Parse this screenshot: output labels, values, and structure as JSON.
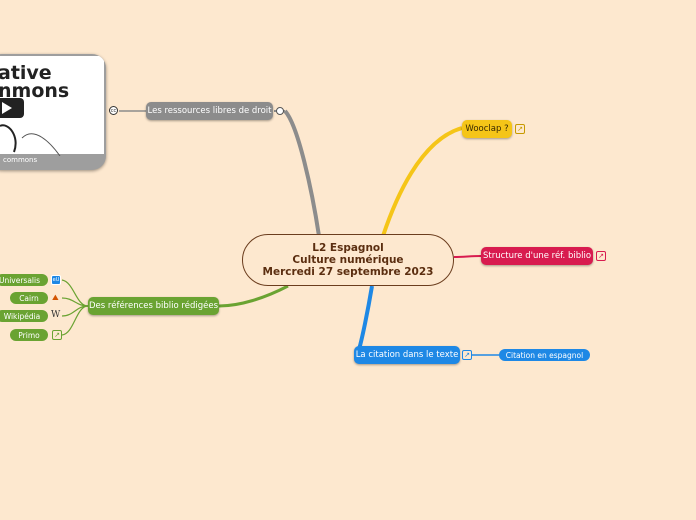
{
  "central": {
    "line1": "L2 Espagnol",
    "line2": "Culture numérique",
    "line3": "Mercredi 27 septembre 2023"
  },
  "colors": {
    "background": "#fde8cf",
    "gray": "#8c8c8c",
    "yellow": "#f5c518",
    "red": "#d81b4f",
    "blue": "#1e88e5",
    "green": "#6aa332"
  },
  "branches": {
    "ressources": {
      "label": "Les ressources libres de droit",
      "icon": "creative-commons-icon"
    },
    "wooclap": {
      "label": "Wooclap ?"
    },
    "structure": {
      "label": "Structure d'une réf. biblio"
    },
    "citation": {
      "label": "La citation dans le texte",
      "child": "Citation en espagnol"
    },
    "references": {
      "label": "Des références biblio rédigées"
    }
  },
  "references_children": [
    {
      "label": "Universalis",
      "icon": "eu-icon"
    },
    {
      "label": "Cairn",
      "icon": "cairn-icon"
    },
    {
      "label": "Wikipédia",
      "icon": "wikipedia-icon"
    },
    {
      "label": "Primo",
      "icon": "external-link-icon"
    }
  ],
  "image_card": {
    "text1": "ative",
    "text2": "nmons",
    "caption": "commons"
  }
}
